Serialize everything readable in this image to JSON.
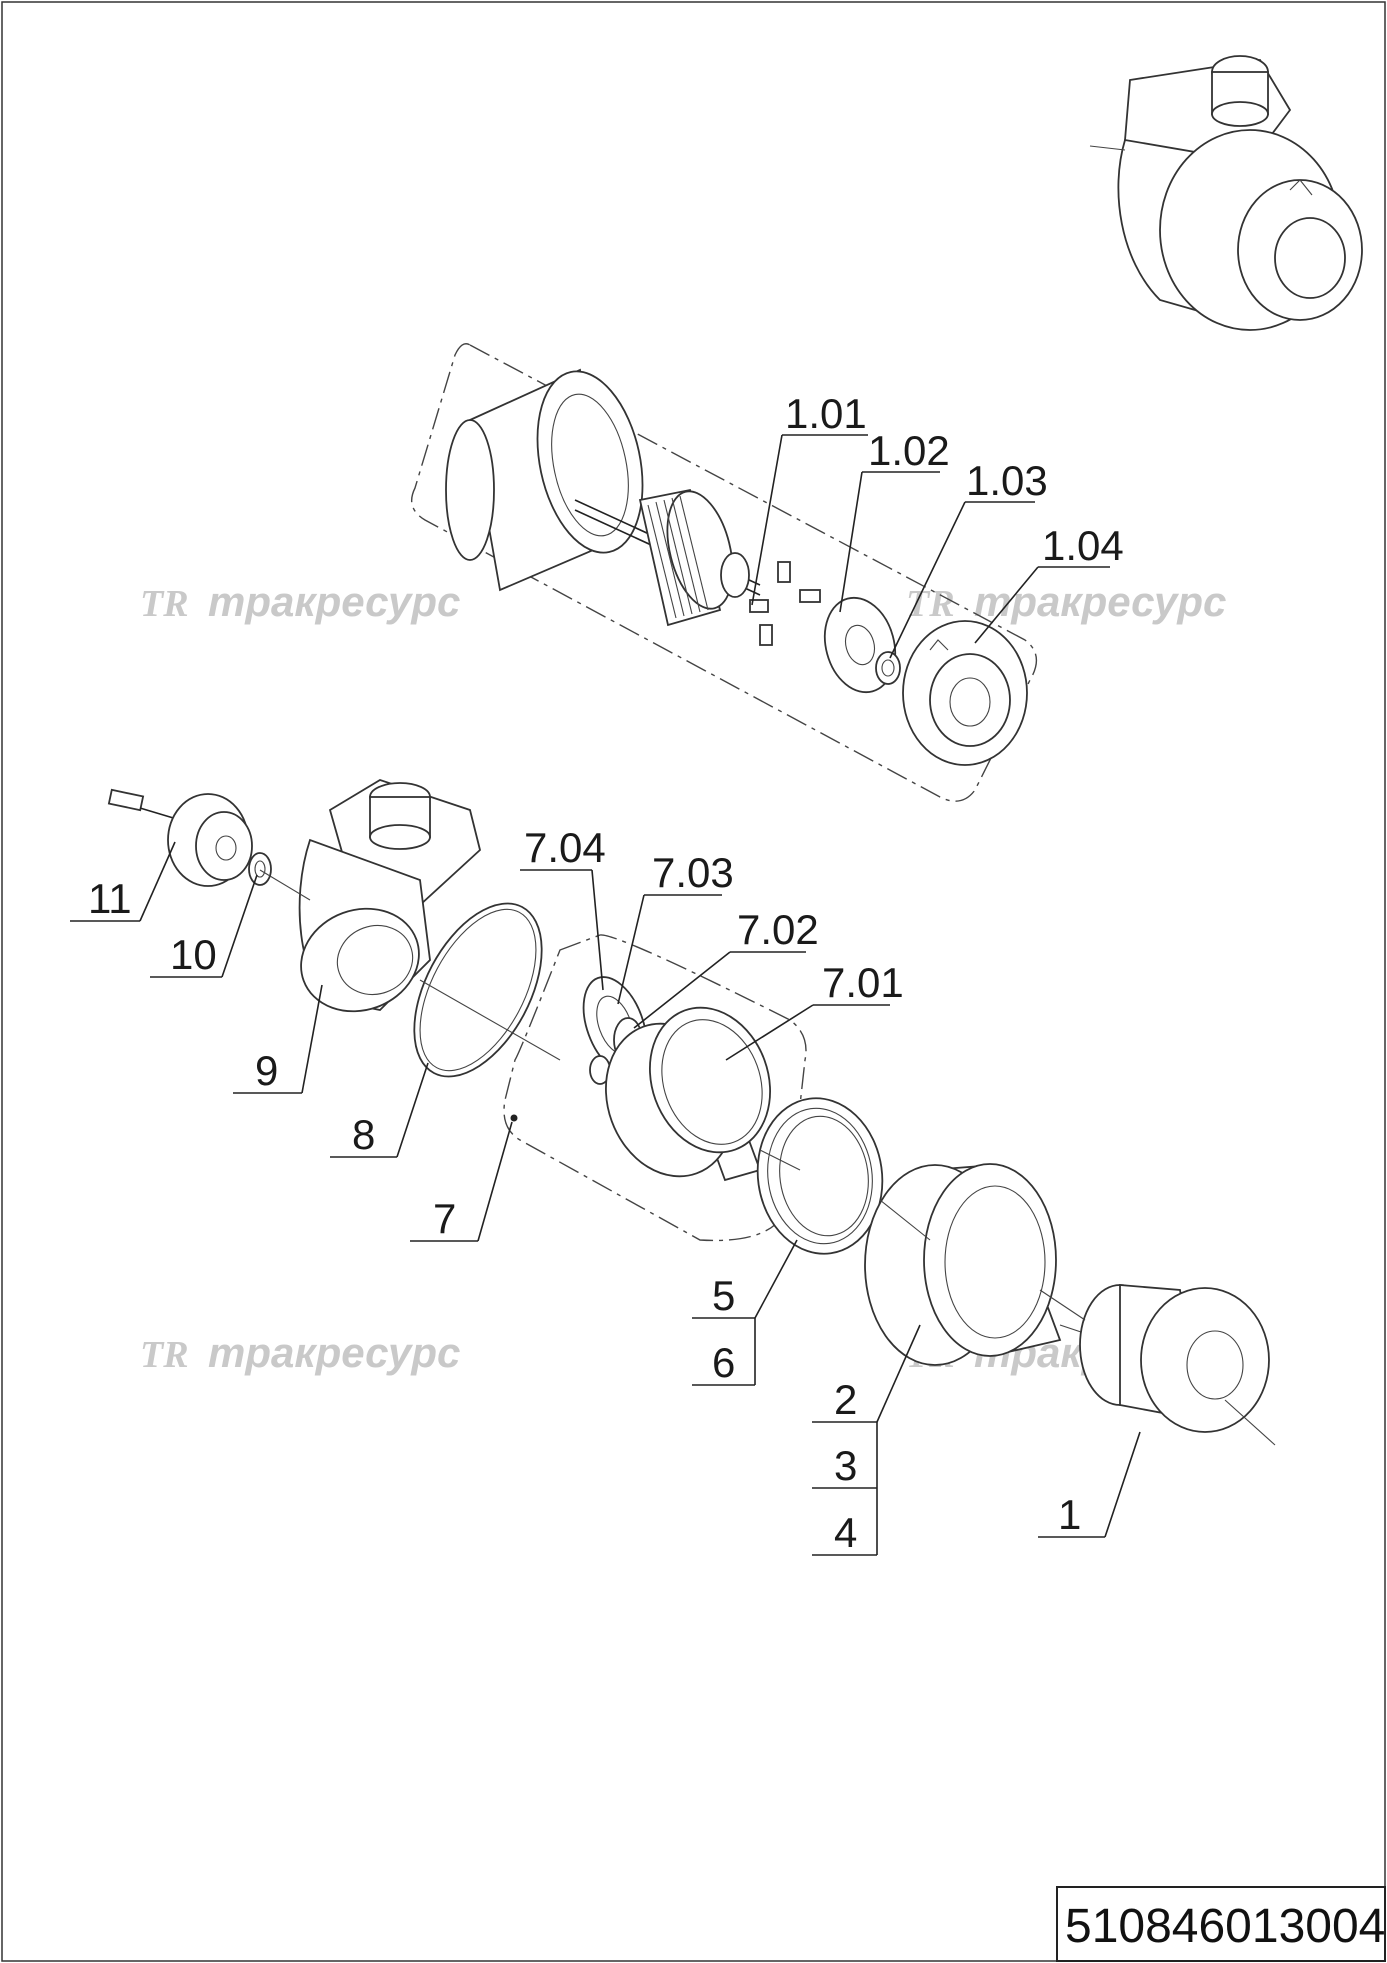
{
  "drawing": {
    "document_number": "510846013004",
    "watermark": "тракресурс",
    "watermark_logo": "TR"
  },
  "callouts": {
    "c1_01": "1.01",
    "c1_02": "1.02",
    "c1_03": "1.03",
    "c1_04": "1.04",
    "c11": "11",
    "c10": "10",
    "c9": "9",
    "c8": "8",
    "c7": "7",
    "c7_04": "7.04",
    "c7_03": "7.03",
    "c7_02": "7.02",
    "c7_01": "7.01",
    "c5": "5",
    "c6": "6",
    "c2": "2",
    "c3": "3",
    "c4": "4",
    "c1": "1"
  }
}
